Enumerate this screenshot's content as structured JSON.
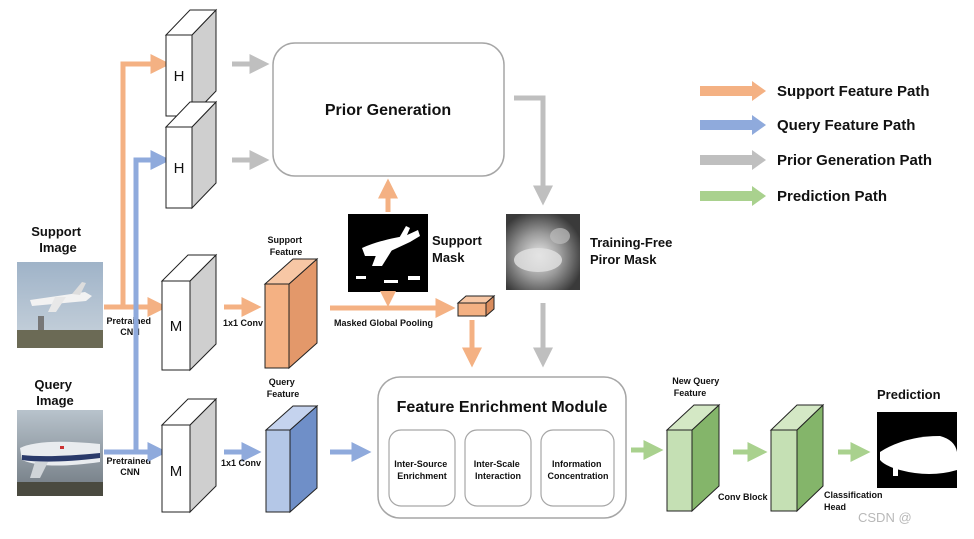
{
  "inputs": {
    "support_image_label": [
      "Support",
      "Image"
    ],
    "query_image_label": [
      "Query",
      "Image"
    ],
    "pretrained_cnn": [
      "Pretrained",
      "CNN"
    ]
  },
  "backbone": {
    "high_level_label": "H",
    "mid_level_label": "M",
    "conv_label": "1x1 Conv"
  },
  "features": {
    "support_feature": [
      "Support",
      "Feature"
    ],
    "query_feature": [
      "Query",
      "Feature"
    ],
    "new_query_feature": [
      "New Query",
      "Feature"
    ]
  },
  "prior": {
    "title": "Prior Generation",
    "support_mask": [
      "Support",
      "Mask"
    ],
    "training_free_mask": [
      "Training-Free",
      "Piror Mask"
    ]
  },
  "pooling_label": "Masked Global Pooling",
  "fem": {
    "title": "Feature Enrichment Module",
    "sub_blocks": [
      [
        "Inter-Source",
        "Enrichment"
      ],
      [
        "Inter-Scale",
        "Interaction"
      ],
      [
        "Information",
        "Concentration"
      ]
    ]
  },
  "head": {
    "conv_block": "Conv Block",
    "classification_head": [
      "Classification",
      "Head"
    ],
    "prediction": "Prediction"
  },
  "legend": [
    {
      "label": "Support Feature Path",
      "color": "#f4b183"
    },
    {
      "label": "Query Feature Path",
      "color": "#8faadc"
    },
    {
      "label": "Prior Generation Path",
      "color": "#bfbfbf"
    },
    {
      "label": "Prediction Path",
      "color": "#a9d18e"
    }
  ],
  "watermark": "CSDN @"
}
